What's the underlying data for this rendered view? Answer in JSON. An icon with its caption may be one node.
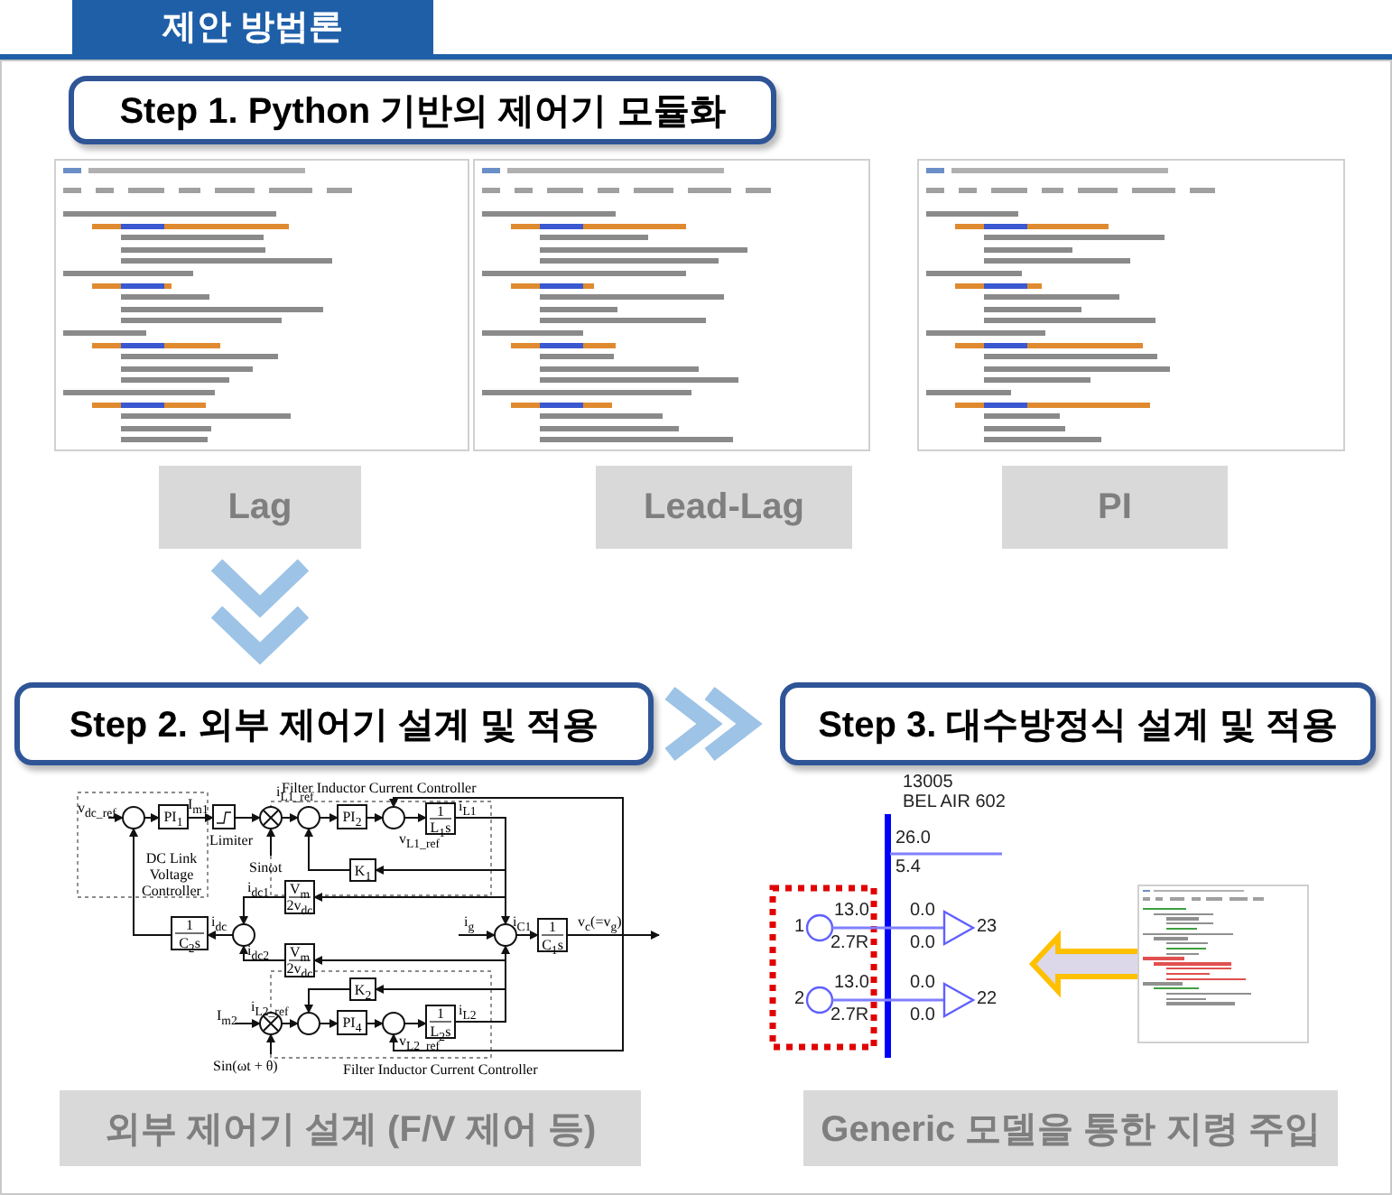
{
  "diagram": {
    "title": "제안 방법론",
    "nodes": [
      {
        "text": [
          "Step 1. Python 기반의 제어기 모듈화"
        ]
      },
      {
        "text": [],
        "shape": "picture"
      },
      {
        "text": [],
        "shape": "picture"
      },
      {
        "text": [],
        "shape": "picture"
      },
      {
        "text": [
          "Lag"
        ]
      },
      {
        "text": [
          "Lead-Lag"
        ]
      },
      {
        "text": [
          "PI"
        ]
      },
      {
        "text": [
          "Step 2. 외부 제어기 설계 및 적용"
        ]
      },
      {
        "text": [
          "Step 3. 대수방정식 설계 및 적용"
        ]
      },
      {
        "text": [],
        "shape": "picture"
      },
      {
        "text": [
          "외부 제어기 설계 (F/V 제어 등)"
        ]
      },
      {
        "text": [],
        "shape": "picture"
      },
      {
        "text": [],
        "shape": "picture"
      },
      {
        "text": [
          "Generic 모델을 통한 지령 주입"
        ]
      }
    ],
    "edges": [
      {
        "from": 4,
        "to": 7,
        "arrow": "to"
      },
      {
        "from": 7,
        "to": 8,
        "arrow": "to"
      },
      {
        "from": 12,
        "to": 11,
        "arrow": "to",
        "color": "#ffc000"
      }
    ],
    "labels": [
      "Filter Inductor Current Controller",
      "v$_{dc_ref}$",
      "PI$_{1}$",
      "I$_{m1}$",
      "DC Link Voltage Controller",
      "Limiter",
      "i$_{L1_ref}$",
      "Sinωt",
      "PI$_{2}$",
      "v$_{L1_ref}$",
      "1",
      "L$_{1}$s",
      "i$_{L1}$",
      "K$_{1}$",
      "i$_{dc1}$",
      "V$_{m}$",
      "2v$_{dc}$",
      "1",
      "C$_{2}$s",
      "i$_{dc}$",
      "i$_{g}$",
      "i$_{C1}$",
      "1",
      "C$_{1}$s",
      "v$_{c}$(=v$_{g}$)",
      "i$_{dc2}$",
      "V$_{m}$",
      "2v$_{dc}$",
      "K$_{2}$",
      "I$_{m2}$",
      "i$_{L2_ref}$",
      "PI$_{4}$",
      "v$_{L2_ref}$",
      "1",
      "L$_{2}$s",
      "i$_{L2}$",
      "Sin(ωt + θ)",
      "Filter Inductor Current Controller",
      "13005",
      "BEL AIR 602",
      "26.0",
      "5.4",
      "1",
      "13.0",
      "2.7R",
      "0.0",
      "0.0",
      "23",
      "2",
      "13.0",
      "2.7R",
      "0.0",
      "0.0",
      "22"
    ]
  }
}
